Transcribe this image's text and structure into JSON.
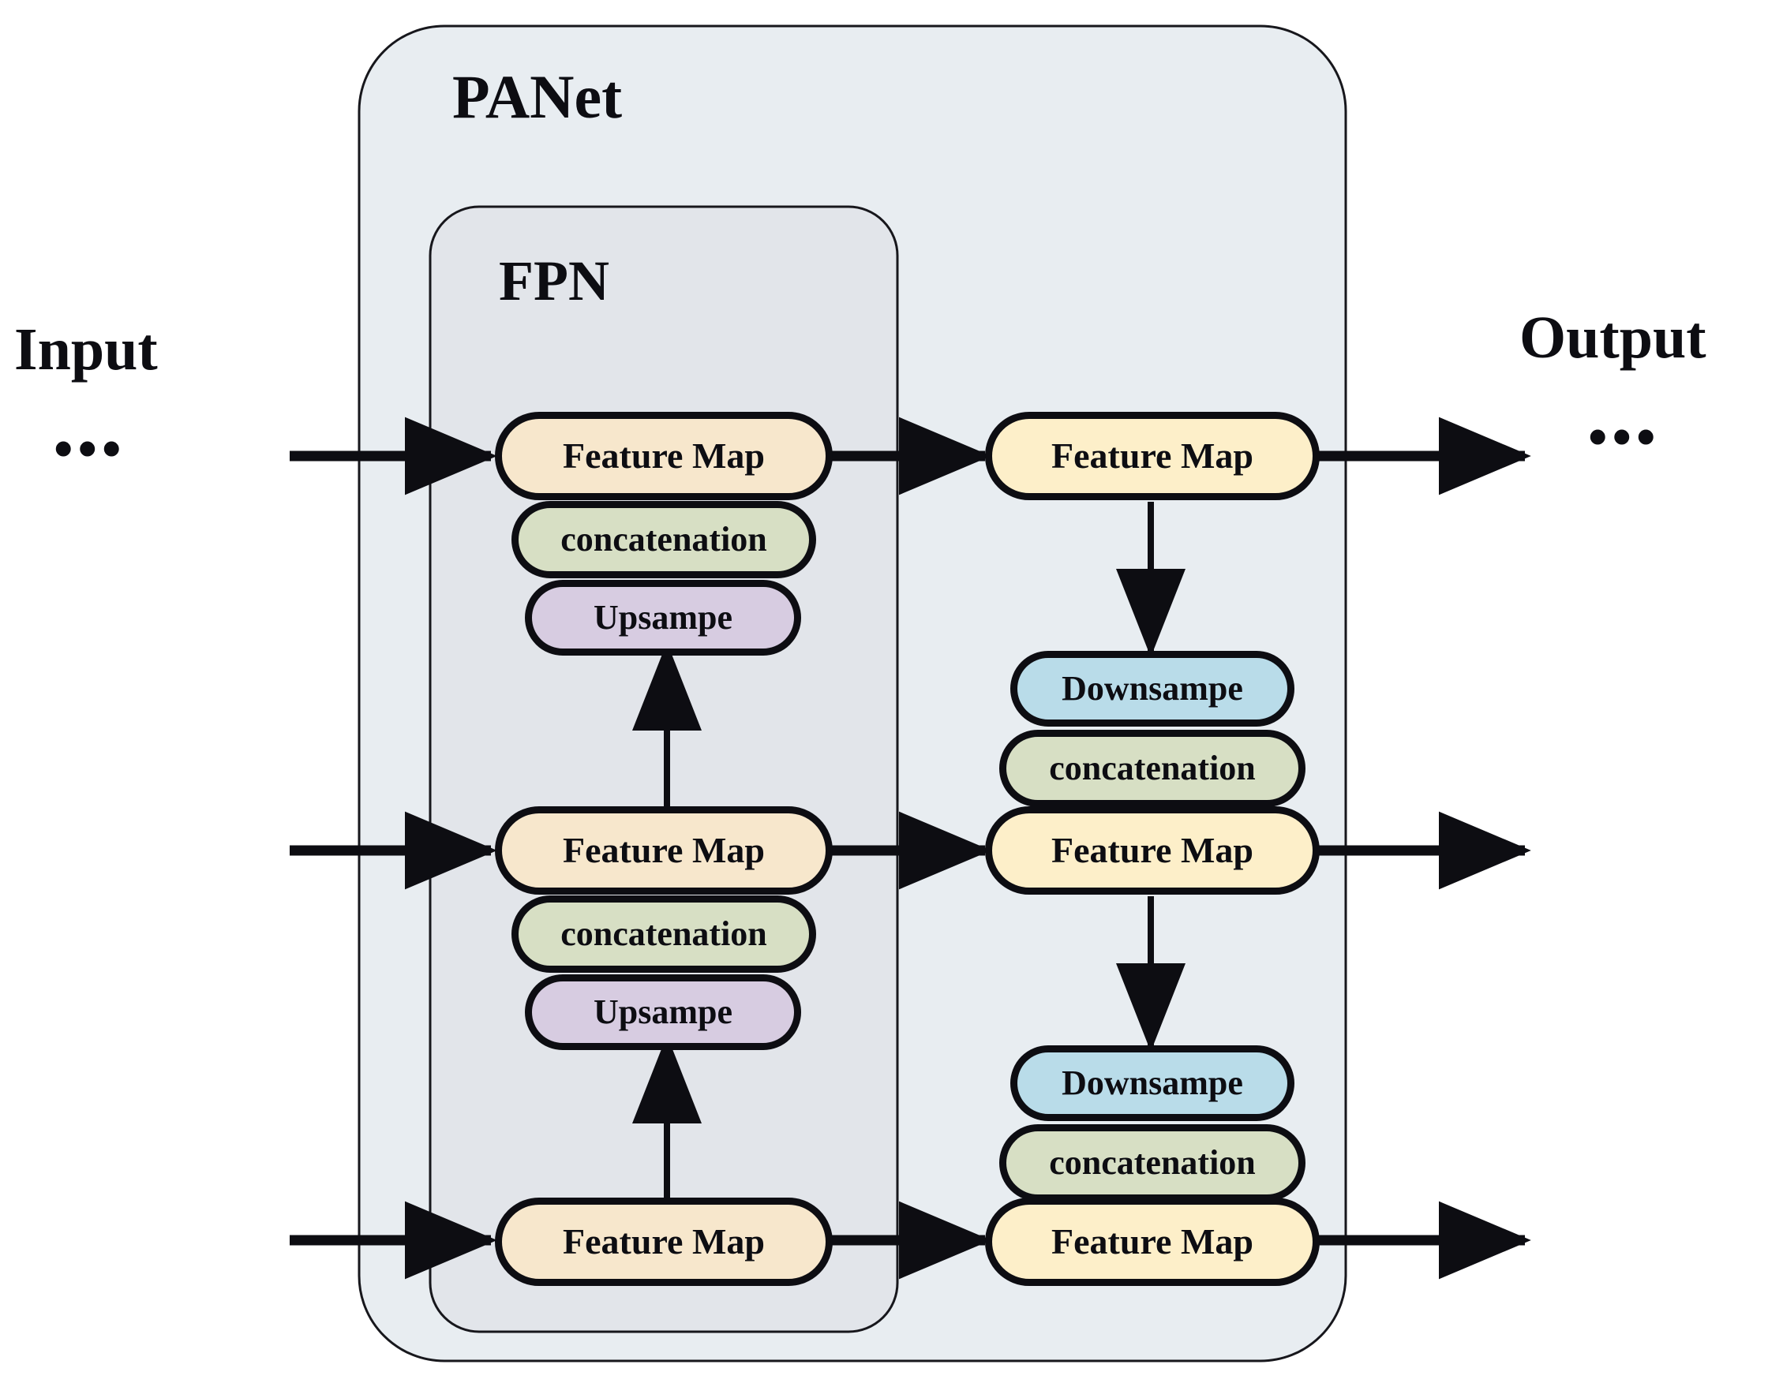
{
  "diagram": {
    "title_outer": "PANet",
    "title_inner": "FPN",
    "input_label": "Input",
    "input_ellipsis": "•••",
    "output_label": "Output",
    "output_ellipsis": "•••"
  },
  "colors": {
    "panet_fill": "#e8edf1",
    "fpn_fill": "#e2e5ea",
    "panel_stroke": "#17171c",
    "feature_map_left": "#f7e7cc",
    "feature_map_right": "#fdefc9",
    "concatenation": "#d7dfc4",
    "upsample": "#d7cce1",
    "downsample": "#b9dce9",
    "node_stroke": "#0d0d12",
    "arrow": "#0d0d12",
    "text": "#0d0d12",
    "background": "#ffffff"
  },
  "fpn_column": {
    "level_1": {
      "feature_map": "Feature Map",
      "concatenation": "concatenation",
      "upsample": "Upsampe"
    },
    "level_2": {
      "feature_map": "Feature Map",
      "concatenation": "concatenation",
      "upsample": "Upsampe"
    },
    "level_3": {
      "feature_map": "Feature Map"
    }
  },
  "pan_column": {
    "level_1": {
      "feature_map": "Feature Map"
    },
    "level_2": {
      "downsample": "Downsampe",
      "concatenation": "concatenation",
      "feature_map": "Feature Map"
    },
    "level_3": {
      "downsample": "Downsampe",
      "concatenation": "concatenation",
      "feature_map": "Feature Map"
    }
  },
  "connections": {
    "input_arrows": 3,
    "output_arrows": 3,
    "fpn_to_pan_arrows": 3,
    "upward_arrows": 2,
    "downward_arrows": 2
  }
}
